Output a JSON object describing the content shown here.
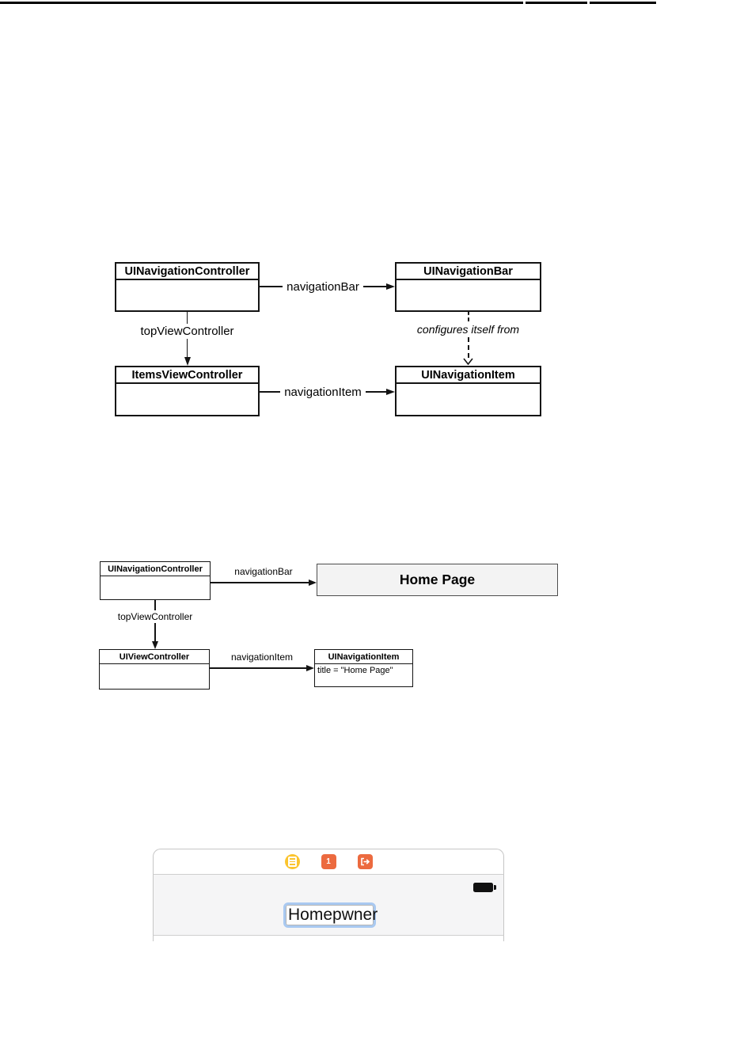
{
  "diagram1": {
    "nav_controller_title": "UINavigationController",
    "nav_bar_title": "UINavigationBar",
    "items_vc_title": "ItemsViewController",
    "nav_item_title": "UINavigationItem",
    "label_navigation_bar": "navigationBar",
    "label_top_view_controller": "topViewController",
    "label_configures": "configures itself from",
    "label_navigation_item": "navigationItem"
  },
  "diagram2": {
    "nav_controller_title": "UINavigationController",
    "home_bar_title": "Home Page",
    "view_controller_title": "UIViewController",
    "nav_item_title": "UINavigationItem",
    "nav_item_attribute": "title = \"Home Page\"",
    "label_navigation_bar": "navigationBar",
    "label_top_view_controller": "topViewController",
    "label_navigation_item": "navigationItem"
  },
  "xcode_shot": {
    "first_responder_badge": "1",
    "title_field_value": "Homepwner",
    "icons": {
      "view_controller": "view-controller-icon",
      "first_responder": "first-responder-cube-icon",
      "exit": "exit-segue-icon",
      "battery": "battery-icon"
    },
    "colors": {
      "icon_yellow": "#FBC42E",
      "icon_orange": "#EC6A3F",
      "focus_ring_blue": "#A9C9F1",
      "home_bar_fill": "#F3F3F3"
    }
  }
}
